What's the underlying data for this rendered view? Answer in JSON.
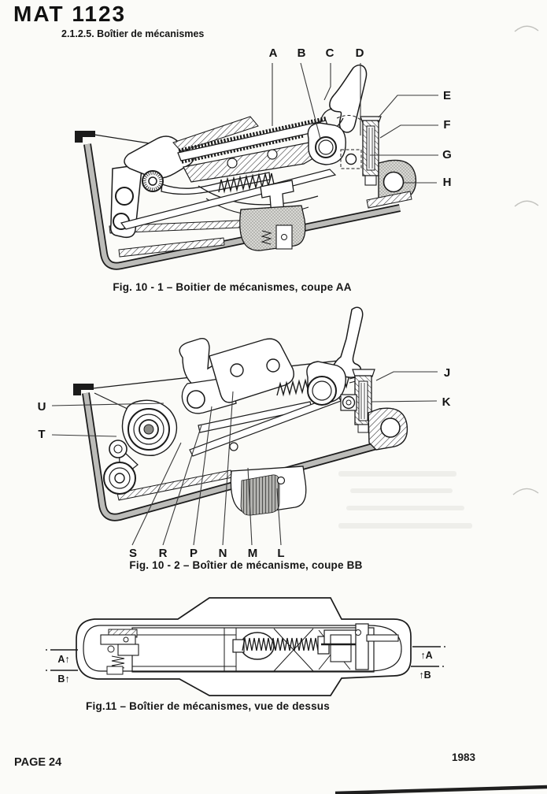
{
  "page": {
    "doc_code": "MAT 1123",
    "section": "2.1.2.5. Boîtier de mécanismes",
    "footer": {
      "page_label": "PAGE 24",
      "year": "1983"
    }
  },
  "figure1": {
    "caption": "Fig. 10 - 1 – Boitier de mécanismes, coupe AA",
    "labels": {
      "a": "A",
      "b": "B",
      "c": "C",
      "d": "D",
      "e": "E",
      "f": "F",
      "g": "G",
      "h": "H"
    }
  },
  "figure2": {
    "caption": "Fig. 10 - 2 – Boîtier de mécanisme, coupe BB",
    "labels": {
      "j": "J",
      "k": "K",
      "u": "U",
      "t": "T",
      "s": "S",
      "r": "R",
      "p": "P",
      "n": "N",
      "m": "M",
      "l": "L"
    }
  },
  "figure3": {
    "caption": "Fig.11 – Boîtier de mécanismes, vue de dessus",
    "section_marks": {
      "left_a": "A↑",
      "left_b": "B↑",
      "right_a": "↑A",
      "right_b": "↑B"
    }
  }
}
